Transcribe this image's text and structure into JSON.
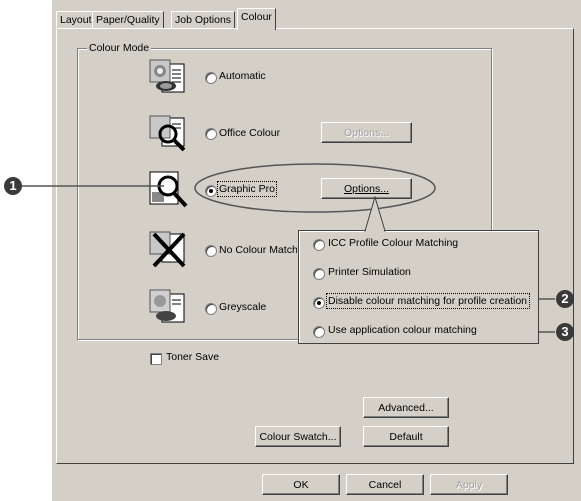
{
  "tabs": [
    "Layout",
    "Paper/Quality",
    "Job Options",
    "Colour"
  ],
  "group_title": "Colour Mode",
  "modes": [
    {
      "label": "Automatic",
      "icon": "automatic-mode-icon",
      "selected": false
    },
    {
      "label": "Office Colour",
      "icon": "office-colour-mode-icon",
      "selected": false
    },
    {
      "label": "Graphic Pro",
      "icon": "graphic-pro-mode-icon",
      "selected": true
    },
    {
      "label": "No Colour Matching",
      "icon": "no-colour-matching-icon",
      "selected": false
    },
    {
      "label": "Greyscale",
      "icon": "greyscale-mode-icon",
      "selected": false
    }
  ],
  "options_button": "Options...",
  "toner_save": {
    "label": "Toner Save",
    "checked": false
  },
  "advanced_button": "Advanced...",
  "colour_swatch_button": "Colour Swatch...",
  "default_button": "Default",
  "footer": {
    "ok": "OK",
    "cancel": "Cancel",
    "apply": "Apply"
  },
  "popup": {
    "options": [
      {
        "label": "ICC Profile Colour Matching",
        "selected": false
      },
      {
        "label": "Printer Simulation",
        "selected": false
      },
      {
        "label": "Disable colour matching for profile creation",
        "selected": true
      },
      {
        "label": "Use application colour matching",
        "selected": false
      }
    ]
  },
  "callouts": [
    "1",
    "2",
    "3"
  ]
}
